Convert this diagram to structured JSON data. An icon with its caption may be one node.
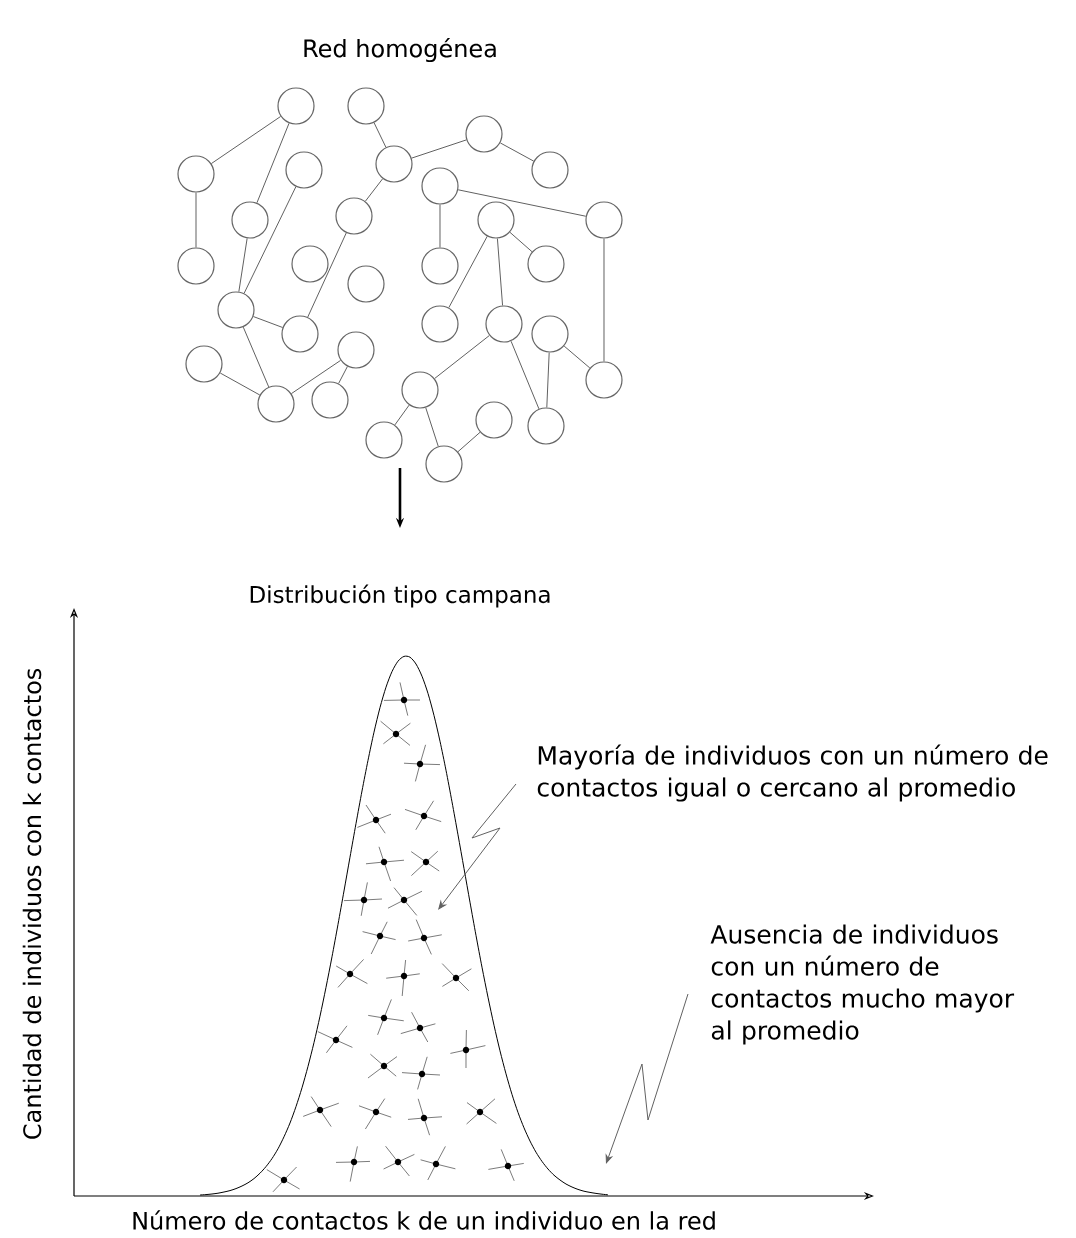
{
  "diagram": {
    "nodes": [
      {
        "text": [],
        "shape": "circle"
      },
      {
        "text": [],
        "shape": "circle"
      },
      {
        "text": [],
        "shape": "circle"
      },
      {
        "text": [],
        "shape": "circle"
      },
      {
        "text": [],
        "shape": "circle"
      },
      {
        "text": [],
        "shape": "circle"
      },
      {
        "text": [],
        "shape": "circle"
      },
      {
        "text": [],
        "shape": "circle"
      },
      {
        "text": [],
        "shape": "circle"
      },
      {
        "text": [],
        "shape": "circle"
      },
      {
        "text": [],
        "shape": "circle"
      },
      {
        "text": [],
        "shape": "circle"
      },
      {
        "text": [],
        "shape": "circle"
      },
      {
        "text": [],
        "shape": "circle"
      },
      {
        "text": [],
        "shape": "circle"
      },
      {
        "text": [],
        "shape": "circle"
      },
      {
        "text": [],
        "shape": "circle"
      },
      {
        "text": [],
        "shape": "circle"
      },
      {
        "text": [],
        "shape": "circle"
      },
      {
        "text": [],
        "shape": "circle"
      },
      {
        "text": [],
        "shape": "circle"
      },
      {
        "text": [],
        "shape": "circle"
      },
      {
        "text": [],
        "shape": "circle"
      },
      {
        "text": [],
        "shape": "circle"
      },
      {
        "text": [],
        "shape": "circle"
      },
      {
        "text": [],
        "shape": "circle"
      },
      {
        "text": [],
        "shape": "circle"
      },
      {
        "text": [],
        "shape": "circle"
      },
      {
        "text": [],
        "shape": "circle"
      },
      {
        "text": [],
        "shape": "circle"
      },
      {
        "text": [],
        "shape": "circle"
      },
      {
        "text": [],
        "shape": "circle"
      },
      {
        "text": [
          "Mayoría de individuos con un número de contactos igual o cercano al promedio"
        ]
      },
      {
        "text": [
          "Ausencia de individuos con un número de contactos mucho mayor al promedio"
        ]
      }
    ],
    "edges": [
      {
        "from": 0,
        "to": 3,
        "arrow": "none"
      },
      {
        "from": 3,
        "to": 12,
        "arrow": "none"
      },
      {
        "from": 0,
        "to": 8,
        "arrow": "none"
      },
      {
        "from": 8,
        "to": 17,
        "arrow": "none"
      },
      {
        "from": 1,
        "to": 5,
        "arrow": "none"
      },
      {
        "from": 4,
        "to": 17,
        "arrow": "none"
      },
      {
        "from": 5,
        "to": 2,
        "arrow": "none"
      },
      {
        "from": 2,
        "to": 6,
        "arrow": "none"
      },
      {
        "from": 7,
        "to": 11,
        "arrow": "none"
      },
      {
        "from": 5,
        "to": 9,
        "arrow": "none"
      },
      {
        "from": 7,
        "to": 15,
        "arrow": "none"
      },
      {
        "from": 10,
        "to": 16,
        "arrow": "none"
      },
      {
        "from": 10,
        "to": 19,
        "arrow": "none"
      },
      {
        "from": 10,
        "to": 18,
        "arrow": "none"
      },
      {
        "from": 11,
        "to": 26,
        "arrow": "none"
      },
      {
        "from": 9,
        "to": 20,
        "arrow": "none"
      },
      {
        "from": 17,
        "to": 20,
        "arrow": "none"
      },
      {
        "from": 17,
        "to": 24,
        "arrow": "none"
      },
      {
        "from": 23,
        "to": 24,
        "arrow": "none"
      },
      {
        "from": 24,
        "to": 21,
        "arrow": "none"
      },
      {
        "from": 21,
        "to": 25,
        "arrow": "none"
      },
      {
        "from": 19,
        "to": 27,
        "arrow": "none"
      },
      {
        "from": 19,
        "to": 29,
        "arrow": "none"
      },
      {
        "from": 22,
        "to": 29,
        "arrow": "none"
      },
      {
        "from": 22,
        "to": 26,
        "arrow": "none"
      },
      {
        "from": 27,
        "to": 30,
        "arrow": "none"
      },
      {
        "from": 27,
        "to": 31,
        "arrow": "none"
      },
      {
        "from": 28,
        "to": 31,
        "arrow": "none"
      },
      {
        "from": 32,
        "to": null,
        "arrow": "to"
      },
      {
        "from": 33,
        "to": null,
        "arrow": "to"
      }
    ],
    "labels": [
      "Red homogénea",
      "Distribución tipo campana",
      "Cantidad de individuos con k contactos",
      "Número de contactos k de un individuo en la red"
    ]
  }
}
